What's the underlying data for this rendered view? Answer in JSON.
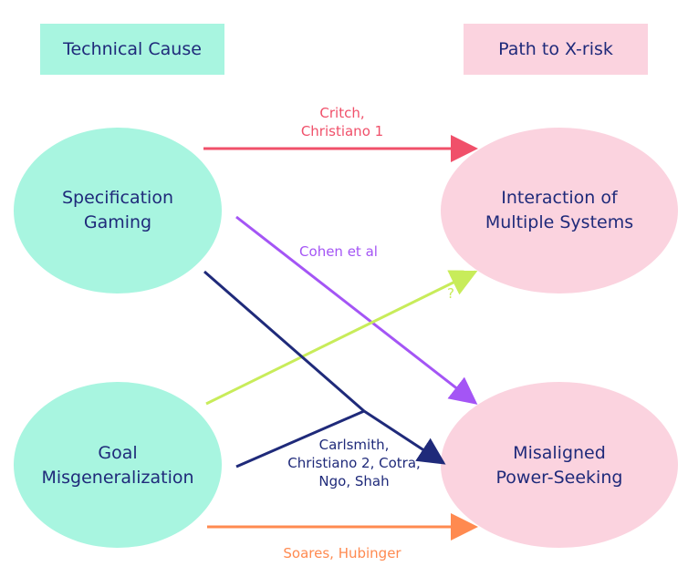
{
  "headers": {
    "left": "Technical Cause",
    "right": "Path to X-risk"
  },
  "nodes": {
    "spec_gaming": "Specification\nGaming",
    "goal_misgen": "Goal\nMisgeneralization",
    "interaction": "Interaction of\nMultiple Systems",
    "power_seeking": "Misaligned\nPower-Seeking"
  },
  "edges": {
    "critch": {
      "label": "Critch,\nChristiano 1",
      "color": "#f0506a"
    },
    "cohen": {
      "label": "Cohen et al",
      "color": "#a455f5"
    },
    "question": {
      "label": "?",
      "color": "#c8ec5a"
    },
    "carlsmith": {
      "label": "Carlsmith,\nChristiano 2, Cotra,\nNgo, Shah",
      "color": "#1f2a7a"
    },
    "soares": {
      "label": "Soares, Hubinger",
      "color": "#ff8a50"
    }
  },
  "colors": {
    "cause_fill": "#a8f5e0",
    "path_fill": "#fbd3df",
    "text": "#1f2a7a"
  }
}
